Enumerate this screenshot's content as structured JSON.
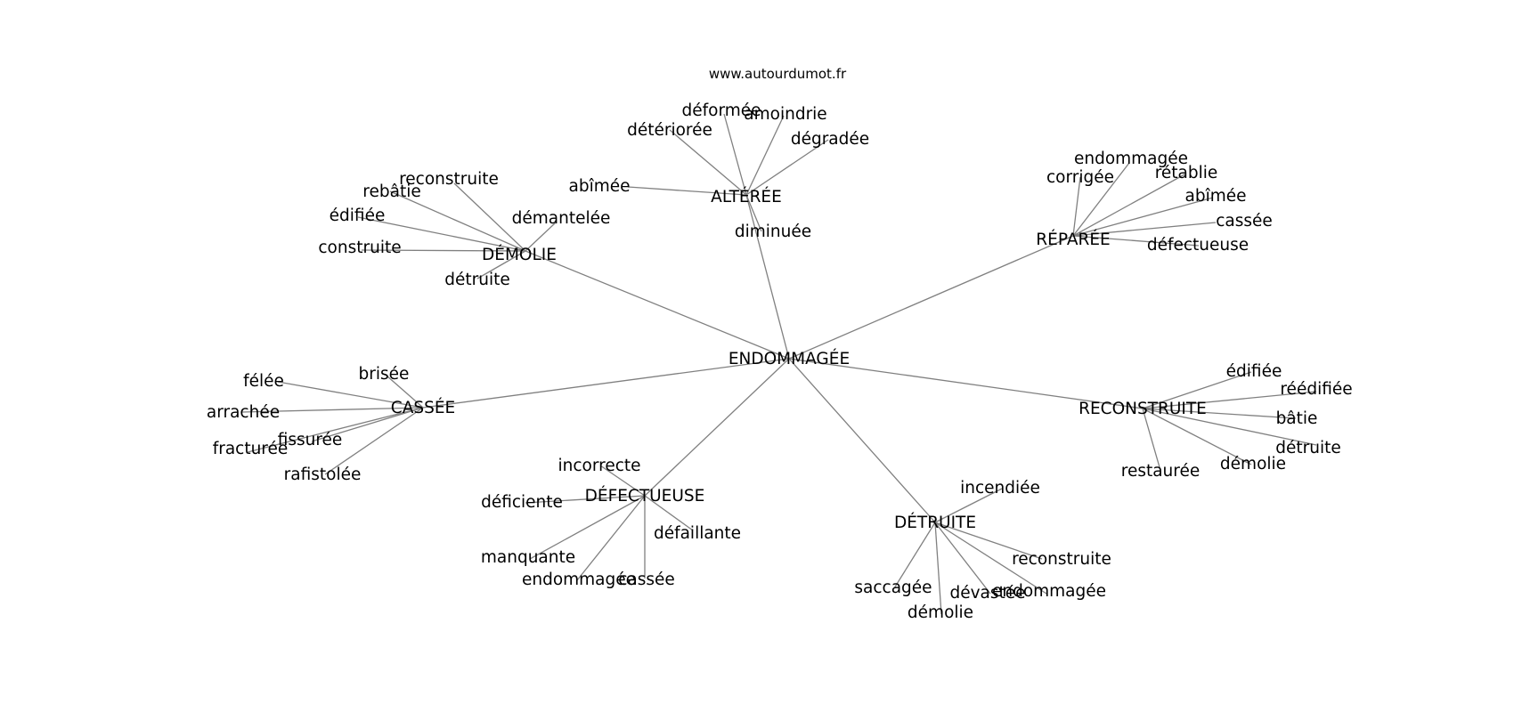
{
  "site": "www.autourdumot.fr",
  "center": "ENDOMMAGÉE",
  "hubs": [
    {
      "label": "ALTÉRÉE",
      "leaves": [
        "déformée",
        "amoindrie",
        "détériorée",
        "dégradée",
        "abîmée",
        "diminuée"
      ]
    },
    {
      "label": "DÉMOLIE",
      "leaves": [
        "reconstruite",
        "rebâtie",
        "édifiée",
        "démantelée",
        "construite",
        "détruite"
      ]
    },
    {
      "label": "RÉPARÉE",
      "leaves": [
        "endommagée",
        "corrigée",
        "rétablie",
        "abîmée",
        "cassée",
        "défectueuse"
      ]
    },
    {
      "label": "CASSÉE",
      "leaves": [
        "brisée",
        "félée",
        "arrachée",
        "fissurée",
        "fracturée",
        "rafistolée"
      ]
    },
    {
      "label": "RECONSTRUITE",
      "leaves": [
        "édifiée",
        "réédifiée",
        "bâtie",
        "détruite",
        "démolie",
        "restaurée"
      ]
    },
    {
      "label": "DÉFECTUEUSE",
      "leaves": [
        "incorrecte",
        "déficiente",
        "défaillante",
        "manquante",
        "endommagée",
        "cassée"
      ]
    },
    {
      "label": "DÉTRUITE",
      "leaves": [
        "incendiée",
        "reconstruite",
        "saccagée",
        "dévastée",
        "endommagée",
        "démolie"
      ]
    }
  ]
}
